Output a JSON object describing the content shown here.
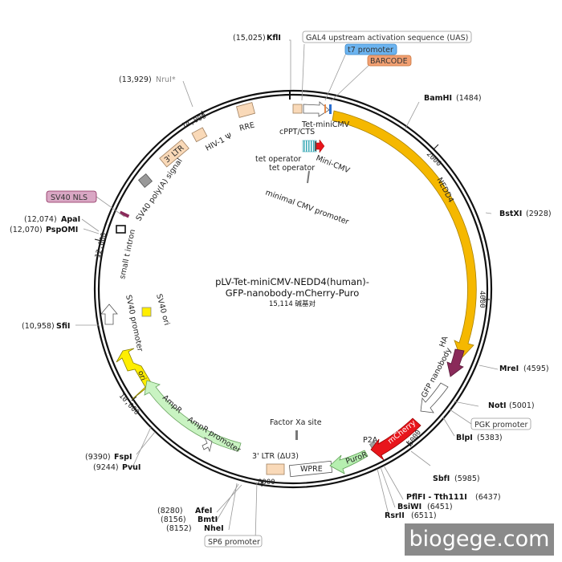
{
  "title": {
    "line1": "pLV-Tet-miniCMV-NEDD4(human)-",
    "line2": "GFP-nanobody-mCherry-Puro",
    "size": "15,114 碱基对"
  },
  "watermark": "biogege.com",
  "ticks": [
    "2000",
    "4000",
    "6000",
    "8000",
    "10,000",
    "12,000",
    "14,000"
  ],
  "sites": [
    {
      "name": "KflI",
      "pos": "(15,025)"
    },
    {
      "name": "BamHI",
      "pos": "(1484)"
    },
    {
      "name": "BstXI",
      "pos": "(2928)"
    },
    {
      "name": "MreI",
      "pos": "(4595)"
    },
    {
      "name": "NotI",
      "pos": "(5001)"
    },
    {
      "name": "BlpI",
      "pos": "(5383)"
    },
    {
      "name": "SbfI",
      "pos": "(5985)"
    },
    {
      "name": "PflFI - Tth111I",
      "pos": "(6437)"
    },
    {
      "name": "BsiWI",
      "pos": "(6451)"
    },
    {
      "name": "RsrII",
      "pos": "(6511)"
    },
    {
      "name": "AfeI",
      "pos": "(8280)"
    },
    {
      "name": "BmtI",
      "pos": "(8156)"
    },
    {
      "name": "NheI",
      "pos": "(8152)"
    },
    {
      "name": "FspI",
      "pos": "(9390)"
    },
    {
      "name": "PvuI",
      "pos": "(9244)"
    },
    {
      "name": "SfiI",
      "pos": "(10,958)"
    },
    {
      "name": "ApaI",
      "pos": "(12,074)"
    },
    {
      "name": "PspOMI",
      "pos": "(12,070)"
    },
    {
      "name": "NruI*",
      "pos": "(13,929)"
    }
  ],
  "boxed": {
    "uas": "GAL4 upstream activation sequence (UAS)",
    "t7": "t7 promoter",
    "barcode": "BARCODE",
    "pgk": "PGK promoter",
    "sp6": "SP6 promoter",
    "sv40nls": "SV40 NLS"
  },
  "features": {
    "nedd4": "NEDD4",
    "ha": "HA",
    "gfp_nanobody": "GFP nanobody",
    "mcherry": "mCherry",
    "p2a": "P2A",
    "puror": "PuroR",
    "wpre": "WPRE",
    "ltr3": "3' LTR (ΔU3)",
    "ampr_promoter": "AmpR promoter",
    "ampr": "AmpR",
    "ori": "ori",
    "sv40_promoter": "SV40 promoter",
    "sv40_ori": "SV40 ori",
    "small_t_intron": "small t intron",
    "sv40_polya": "SV40 poly(A) signal",
    "ltr5": "3' LTR",
    "hiv_psi": "HIV-1 Ψ",
    "rre": "RRE",
    "cppt": "cPPT/CTS",
    "tet_minicmv": "Tet-miniCMV",
    "tet_operator_1": "tet operator",
    "tet_operator_2": "tet operator",
    "mini_cmv": "Mini-CMV",
    "minimal_cmv": "minimal CMV promoter",
    "factor_xa": "Factor Xa site"
  },
  "colors": {
    "nedd4": "#f5b800",
    "mcherry": "#e8151b",
    "ha": "#8a2a5a",
    "puror": "#b6efb0",
    "ampr": "#c9f3c2",
    "ori": "#ffee00",
    "ltr": "#f9d9b8",
    "t7": "#6cb4f0",
    "barcode": "#f2a072",
    "sv40nls": "#d9a7c4"
  }
}
